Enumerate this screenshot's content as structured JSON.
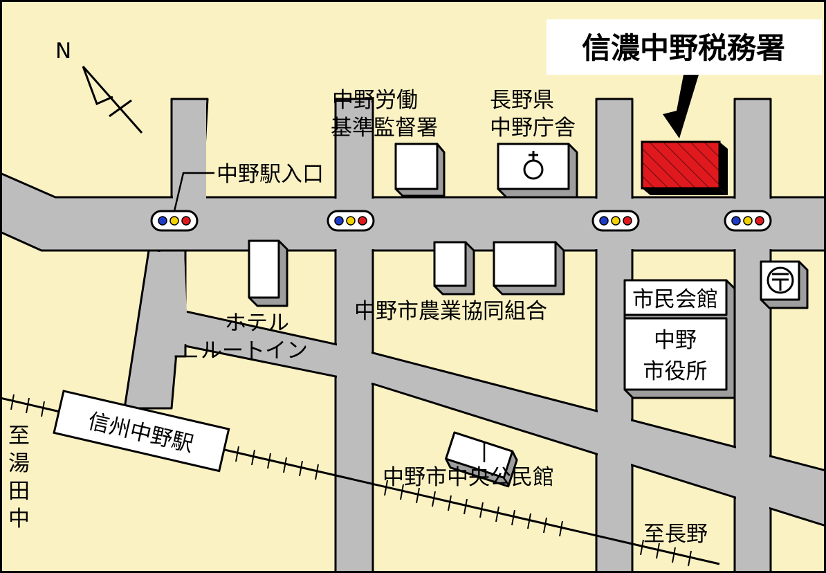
{
  "title": "信濃中野税務署",
  "compass": {
    "north": "N"
  },
  "labels": {
    "labor_office_line1": "中野労働",
    "labor_office_line2": "基準監督署",
    "prefecture_line1": "長野県",
    "prefecture_line2": "中野庁舎",
    "station_entrance": "中野駅入口",
    "hotel_line1": "ホテル",
    "hotel_line2": "ルートイン",
    "agri_coop": "中野市農業協同組合",
    "civic_hall": "市民会館",
    "city_hall_line1": "中野",
    "city_hall_line2": "市役所",
    "station": "信州中野駅",
    "community_center": "中野市中央公民館",
    "to_yudanaka_1": "至",
    "to_yudanaka_2": "湯",
    "to_yudanaka_3": "田",
    "to_yudanaka_4": "中",
    "to_nagano": "至長野"
  },
  "colors": {
    "background": "#FBF2C4",
    "road": "#BDBDBD",
    "tax_office": "#E0191E",
    "signal_blue": "#1E3CC8",
    "signal_yellow": "#F2D200",
    "signal_red": "#E0191E"
  },
  "icons": {
    "post_office": "post-office-mark-icon",
    "government": "government-office-mark-icon"
  }
}
